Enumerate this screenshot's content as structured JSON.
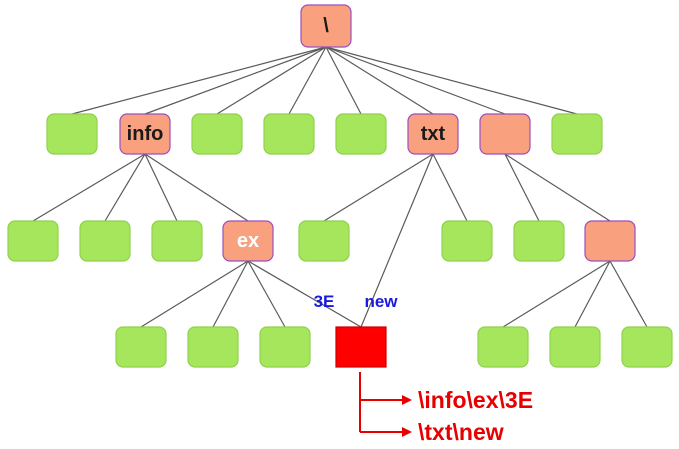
{
  "nodes": [
    {
      "id": "root",
      "label": "\\",
      "kind": "folder"
    },
    {
      "id": "l1a",
      "label": "",
      "kind": "file"
    },
    {
      "id": "info",
      "label": "info",
      "kind": "folder"
    },
    {
      "id": "l1c",
      "label": "",
      "kind": "file"
    },
    {
      "id": "l1d",
      "label": "",
      "kind": "file"
    },
    {
      "id": "l1e",
      "label": "",
      "kind": "file"
    },
    {
      "id": "txt",
      "label": "txt",
      "kind": "folder"
    },
    {
      "id": "l1g",
      "label": "",
      "kind": "folder"
    },
    {
      "id": "l1h",
      "label": "",
      "kind": "file"
    },
    {
      "id": "l2a",
      "label": "",
      "kind": "file"
    },
    {
      "id": "l2b",
      "label": "",
      "kind": "file"
    },
    {
      "id": "l2c",
      "label": "",
      "kind": "file"
    },
    {
      "id": "ex",
      "label": "ex",
      "kind": "folder",
      "light_text": true
    },
    {
      "id": "l2e",
      "label": "",
      "kind": "file"
    },
    {
      "id": "l2f",
      "label": "",
      "kind": "file"
    },
    {
      "id": "l2g",
      "label": "",
      "kind": "file"
    },
    {
      "id": "l2h",
      "label": "",
      "kind": "folder"
    },
    {
      "id": "l3a",
      "label": "",
      "kind": "file"
    },
    {
      "id": "l3b",
      "label": "",
      "kind": "file"
    },
    {
      "id": "l3c",
      "label": "",
      "kind": "file"
    },
    {
      "id": "shared",
      "label": "",
      "kind": "target"
    },
    {
      "id": "l3e",
      "label": "",
      "kind": "file"
    },
    {
      "id": "l3f",
      "label": "",
      "kind": "file"
    },
    {
      "id": "l3g",
      "label": "",
      "kind": "file"
    }
  ],
  "edges": [
    [
      "root",
      "l1a"
    ],
    [
      "root",
      "info"
    ],
    [
      "root",
      "l1c"
    ],
    [
      "root",
      "l1d"
    ],
    [
      "root",
      "l1e"
    ],
    [
      "root",
      "txt"
    ],
    [
      "root",
      "l1g"
    ],
    [
      "root",
      "l1h"
    ],
    [
      "info",
      "l2a"
    ],
    [
      "info",
      "l2b"
    ],
    [
      "info",
      "l2c"
    ],
    [
      "info",
      "ex"
    ],
    [
      "txt",
      "l2e"
    ],
    [
      "txt",
      "shared"
    ],
    [
      "txt",
      "l2f"
    ],
    [
      "l1g",
      "l2g"
    ],
    [
      "l1g",
      "l2h"
    ],
    [
      "ex",
      "l3a"
    ],
    [
      "ex",
      "l3b"
    ],
    [
      "ex",
      "l3c"
    ],
    [
      "ex",
      "shared"
    ],
    [
      "l2h",
      "l3e"
    ],
    [
      "l2h",
      "l3f"
    ],
    [
      "l2h",
      "l3g"
    ]
  ],
  "edge_labels": {
    "ex_to_shared": "3E",
    "txt_to_shared": "new"
  },
  "paths": [
    "\\info\\ex\\3E",
    "\\txt\\new"
  ],
  "colors": {
    "folder": "#f9a07e",
    "file": "#a6e65c",
    "target": "#ff0000",
    "edge_label": "#1a1adf",
    "path_label": "#e60000"
  }
}
